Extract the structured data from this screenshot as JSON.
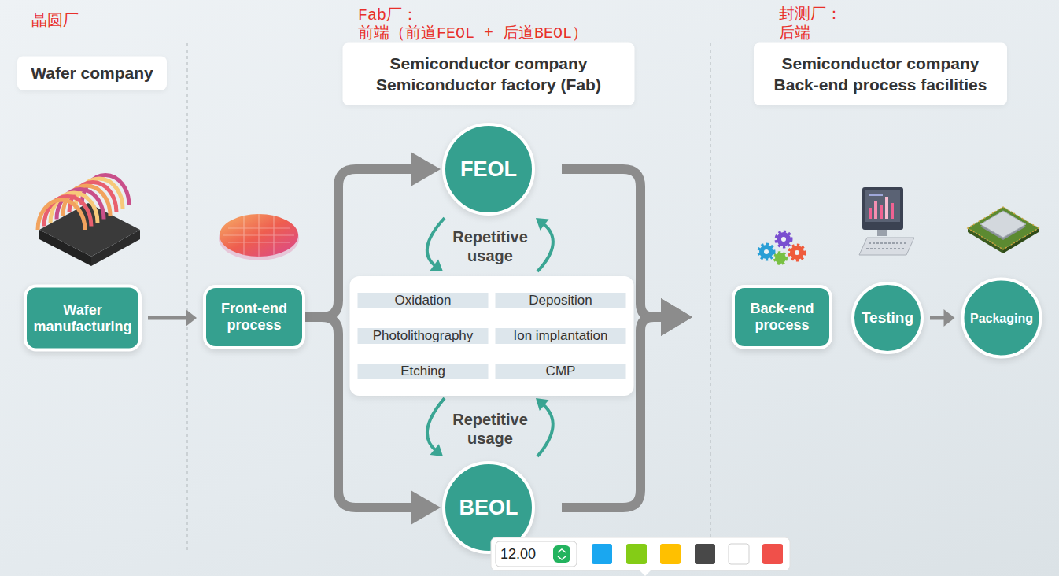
{
  "diagram": {
    "nodes": [
      {
        "text": [
          "Wafer company"
        ]
      },
      {
        "text": [
          "Semiconductor company",
          "Semiconductor factory (Fab)"
        ]
      },
      {
        "text": [
          "Semiconductor company",
          "Back-end process facilities"
        ]
      },
      {
        "text": [
          "Wafer manufacturing"
        ]
      },
      {
        "text": [
          "Front-end process"
        ]
      },
      {
        "text": [
          "FEOL"
        ]
      },
      {
        "text": []
      },
      {
        "text": [
          "Oxidation"
        ],
        "in": 6
      },
      {
        "text": [
          "Deposition"
        ],
        "in": 6
      },
      {
        "text": [
          "Photolithography"
        ],
        "in": 6
      },
      {
        "text": [
          "Ion implantation"
        ],
        "in": 6
      },
      {
        "text": [
          "Etching"
        ],
        "in": 6
      },
      {
        "text": [
          "CMP"
        ],
        "in": 6
      },
      {
        "text": [
          "BEOL"
        ]
      },
      {
        "text": [
          "Back-end process"
        ]
      },
      {
        "text": [
          "Testing"
        ]
      },
      {
        "text": [
          "Packaging"
        ]
      }
    ],
    "edges": [
      {
        "from": 3,
        "to": 4,
        "arrow": "to"
      },
      {
        "from": 4,
        "to": 5,
        "arrow": "to"
      },
      {
        "from": 4,
        "to": 13,
        "arrow": "to"
      },
      {
        "from": 5,
        "to": 14,
        "arrow": "to"
      },
      {
        "from": 13,
        "to": 14,
        "arrow": "to"
      },
      {
        "from": 5,
        "to": 6,
        "label": "Repetitive usage",
        "arrow": "both"
      },
      {
        "from": 6,
        "to": 13,
        "label": "Repetitive usage",
        "arrow": "both"
      },
      {
        "from": 15,
        "to": 16,
        "arrow": "to"
      }
    ],
    "labels": [
      "晶圆厂",
      "Fab厂：",
      "前端（前道FEOL + 后道BEOL）",
      "封测厂：",
      "后端",
      "12.00"
    ]
  }
}
